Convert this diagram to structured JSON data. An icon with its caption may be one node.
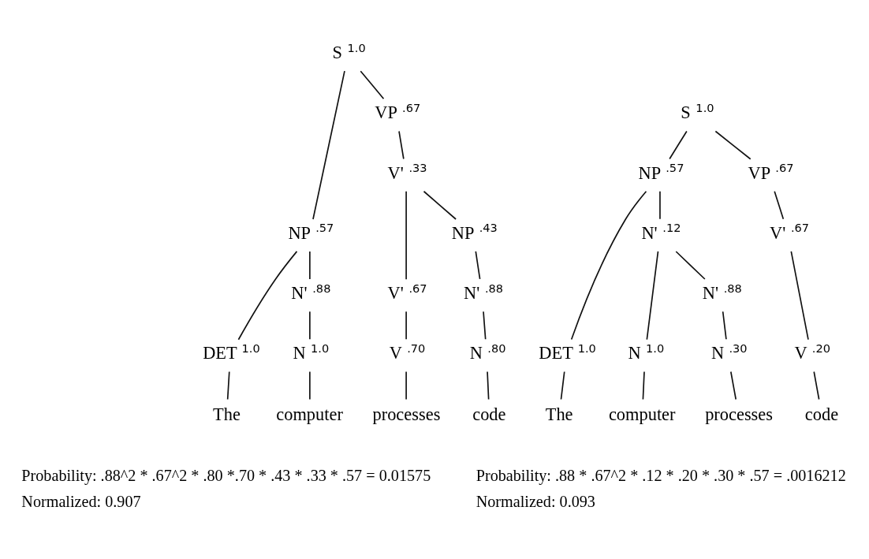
{
  "diagram": {
    "nodes": [
      {
        "text": [
          "S",
          "1.0"
        ]
      },
      {
        "text": [
          "NP",
          ".57"
        ]
      },
      {
        "text": [
          "VP",
          ".67"
        ]
      },
      {
        "text": [
          "DET",
          "1.0"
        ]
      },
      {
        "text": [
          "N'",
          ".88"
        ]
      },
      {
        "text": [
          "N",
          "1.0"
        ]
      },
      {
        "text": [
          "V'",
          ".33"
        ]
      },
      {
        "text": [
          "V'",
          ".67"
        ]
      },
      {
        "text": [
          "V",
          ".70"
        ]
      },
      {
        "text": [
          "NP",
          ".43"
        ]
      },
      {
        "text": [
          "N'",
          ".88"
        ]
      },
      {
        "text": [
          "N",
          ".80"
        ]
      },
      {
        "text": [
          "The"
        ]
      },
      {
        "text": [
          "computer"
        ]
      },
      {
        "text": [
          "processes"
        ]
      },
      {
        "text": [
          "code"
        ]
      },
      {
        "text": [
          "S",
          "1.0"
        ]
      },
      {
        "text": [
          "NP",
          ".57"
        ]
      },
      {
        "text": [
          "VP",
          ".67"
        ]
      },
      {
        "text": [
          "DET",
          "1.0"
        ]
      },
      {
        "text": [
          "N'",
          ".12"
        ]
      },
      {
        "text": [
          "N",
          "1.0"
        ]
      },
      {
        "text": [
          "N'",
          ".88"
        ]
      },
      {
        "text": [
          "N",
          ".30"
        ]
      },
      {
        "text": [
          "V'",
          ".67"
        ]
      },
      {
        "text": [
          "V",
          ".20"
        ]
      },
      {
        "text": [
          "The"
        ]
      },
      {
        "text": [
          "computer"
        ]
      },
      {
        "text": [
          "processes"
        ]
      },
      {
        "text": [
          "code"
        ]
      }
    ],
    "edges": [
      {
        "from": 0,
        "to": 1,
        "arrow": "none"
      },
      {
        "from": 0,
        "to": 2,
        "arrow": "none"
      },
      {
        "from": 1,
        "to": 3,
        "arrow": "none"
      },
      {
        "from": 1,
        "to": 4,
        "arrow": "none"
      },
      {
        "from": 4,
        "to": 5,
        "arrow": "none"
      },
      {
        "from": 2,
        "to": 6,
        "arrow": "none"
      },
      {
        "from": 6,
        "to": 7,
        "arrow": "none"
      },
      {
        "from": 6,
        "to": 9,
        "arrow": "none"
      },
      {
        "from": 7,
        "to": 8,
        "arrow": "none"
      },
      {
        "from": 9,
        "to": 10,
        "arrow": "none"
      },
      {
        "from": 10,
        "to": 11,
        "arrow": "none"
      },
      {
        "from": 3,
        "to": 12,
        "arrow": "none"
      },
      {
        "from": 5,
        "to": 13,
        "arrow": "none"
      },
      {
        "from": 8,
        "to": 14,
        "arrow": "none"
      },
      {
        "from": 11,
        "to": 15,
        "arrow": "none"
      },
      {
        "from": 16,
        "to": 17,
        "arrow": "none"
      },
      {
        "from": 16,
        "to": 18,
        "arrow": "none"
      },
      {
        "from": 17,
        "to": 19,
        "arrow": "none"
      },
      {
        "from": 17,
        "to": 20,
        "arrow": "none"
      },
      {
        "from": 20,
        "to": 21,
        "arrow": "none"
      },
      {
        "from": 20,
        "to": 22,
        "arrow": "none"
      },
      {
        "from": 22,
        "to": 23,
        "arrow": "none"
      },
      {
        "from": 18,
        "to": 24,
        "arrow": "none"
      },
      {
        "from": 24,
        "to": 25,
        "arrow": "none"
      },
      {
        "from": 19,
        "to": 26,
        "arrow": "none"
      },
      {
        "from": 21,
        "to": 27,
        "arrow": "none"
      },
      {
        "from": 23,
        "to": 28,
        "arrow": "none"
      },
      {
        "from": 25,
        "to": 29,
        "arrow": "none"
      }
    ],
    "labels": [
      "Probability: .88^2 * .67^2 * .80 *.70 * .43 * .33 * .57 = 0.01575",
      "Probability: .88 * .67^2 * .12 * .20 * .30 * .57 = .0016212",
      "Normalized: 0.907",
      "Normalized: 0.093"
    ]
  }
}
